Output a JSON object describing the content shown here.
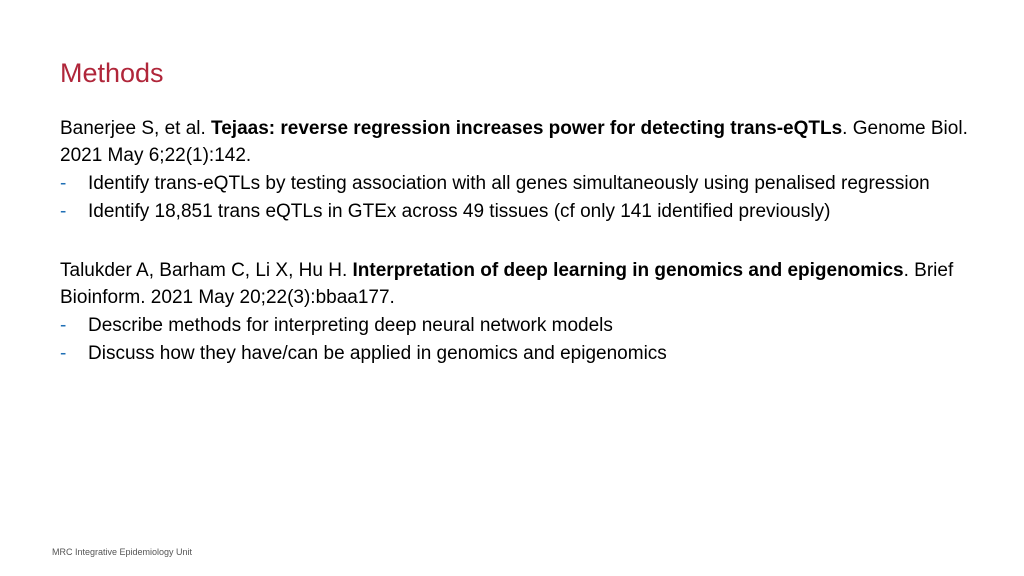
{
  "slide": {
    "title": "Methods",
    "footer": "MRC Integrative Epidemiology Unit",
    "colors": {
      "title": "#b0263a",
      "bullet": "#1f6fb5"
    }
  },
  "references": [
    {
      "authors": "Banerjee S, et al. ",
      "article_title": "Tejaas: reverse regression increases power for detecting trans-eQTLs",
      "citation": ". Genome Biol. 2021 May 6;22(1):142.",
      "bullets": [
        "Identify trans-eQTLs by testing association with all genes simultaneously using penalised regression",
        "Identify 18,851 trans eQTLs in GTEx across 49 tissues (cf only 141 identified previously)"
      ]
    },
    {
      "authors": "Talukder A, Barham C, Li X, Hu H. ",
      "article_title": "Interpretation of deep learning in genomics and epigenomics",
      "citation": ". Brief Bioinform. 2021 May 20;22(3):bbaa177.",
      "bullets": [
        "Describe methods for interpreting deep neural network models",
        "Discuss how they have/can be applied in genomics and epigenomics"
      ]
    }
  ],
  "bullet_marker": "-"
}
